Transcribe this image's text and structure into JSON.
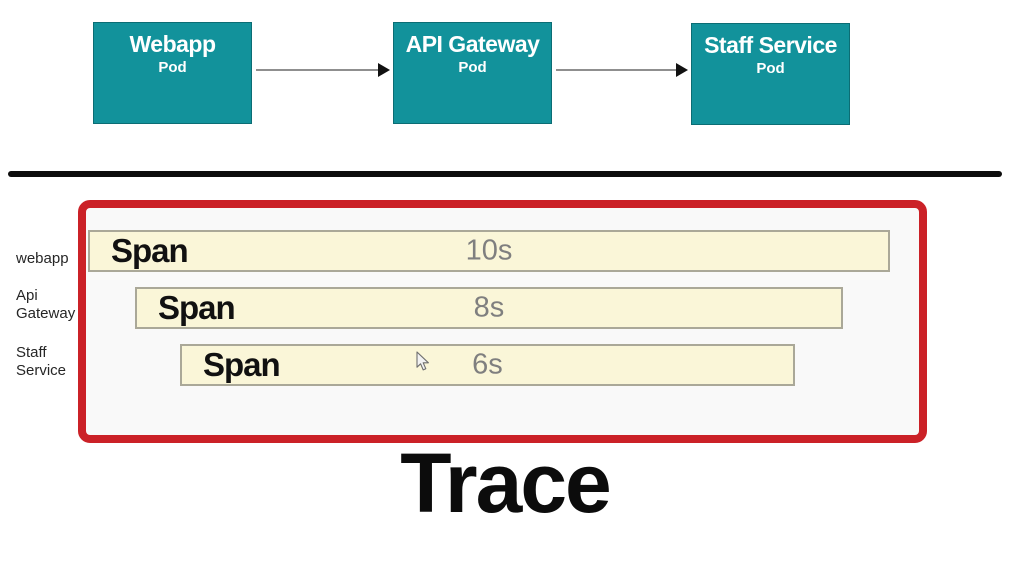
{
  "colors": {
    "pod_fill": "#12929b",
    "trace_border": "#cb2127",
    "span_fill": "#faf6d8",
    "duration_text": "#7f7f7f"
  },
  "architecture": {
    "pods": [
      {
        "title": "Webapp",
        "subtitle": "Pod"
      },
      {
        "title": "API Gateway",
        "subtitle": "Pod"
      },
      {
        "title": "Staff Service",
        "subtitle": "Pod"
      }
    ]
  },
  "trace": {
    "caption": "Trace",
    "rows": [
      {
        "service_lines": [
          "webapp"
        ],
        "span_label": "Span",
        "duration": "10s"
      },
      {
        "service_lines": [
          "Api",
          "Gateway"
        ],
        "span_label": "Span",
        "duration": "8s"
      },
      {
        "service_lines": [
          "Staff",
          "Service"
        ],
        "span_label": "Span",
        "duration": "6s"
      }
    ]
  }
}
